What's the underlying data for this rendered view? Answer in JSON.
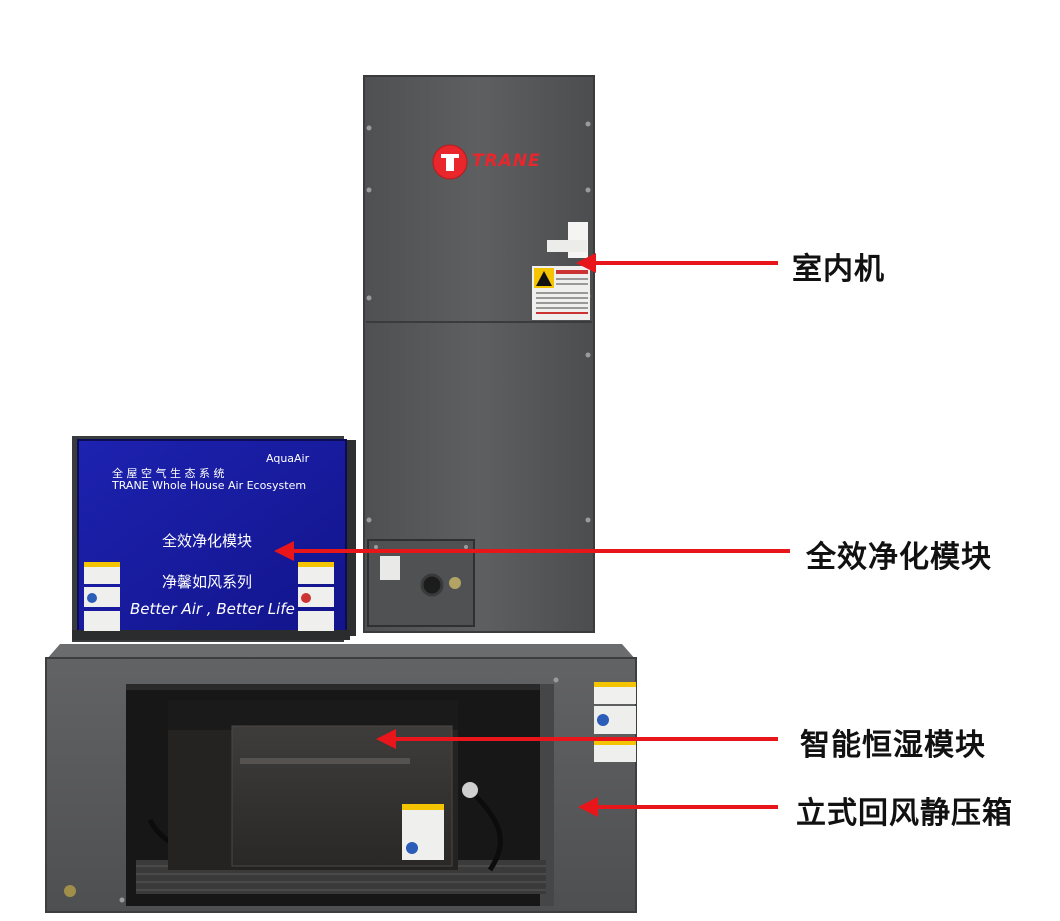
{
  "image": {
    "subject": "TRANE whole-house air system unit with annotated modules",
    "colors": {
      "unit_gray": "#5b5c5e",
      "panel_blue": "#17199a",
      "arrow_red": "#e8151b",
      "logo_red": "#e8262c"
    }
  },
  "brand": {
    "logo_text": "TRANE"
  },
  "front_panel": {
    "brand_en": "AquaAir",
    "title_cn": "全 屋 空 气 生 态 系 统",
    "title_en": "TRANE Whole House Air Ecosystem",
    "module_name": "全效净化模块",
    "series_name": "净馨如风系列",
    "slogan": "Better Air , Better Life"
  },
  "annotations": [
    {
      "label": "室内机"
    },
    {
      "label": "全效净化模块"
    },
    {
      "label": "智能恒湿模块"
    },
    {
      "label": "立式回风静压箱"
    }
  ]
}
